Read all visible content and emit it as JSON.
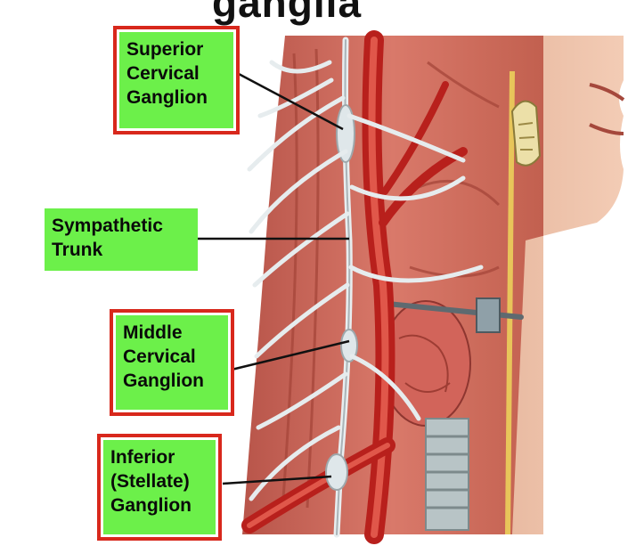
{
  "title_fragment": "ganglia",
  "labels": {
    "superior": [
      "Superior",
      "Cervical",
      "Ganglion"
    ],
    "trunk": [
      "Sympathetic",
      "Trunk"
    ],
    "middle": [
      "Middle",
      "Cervical",
      "Ganglion"
    ],
    "inferior": [
      "Inferior",
      "(Stellate)",
      "Ganglion"
    ]
  },
  "colors": {
    "label_fill": "#6cf04a",
    "label_frame": "#d8281c",
    "leader_line": "#111111"
  }
}
